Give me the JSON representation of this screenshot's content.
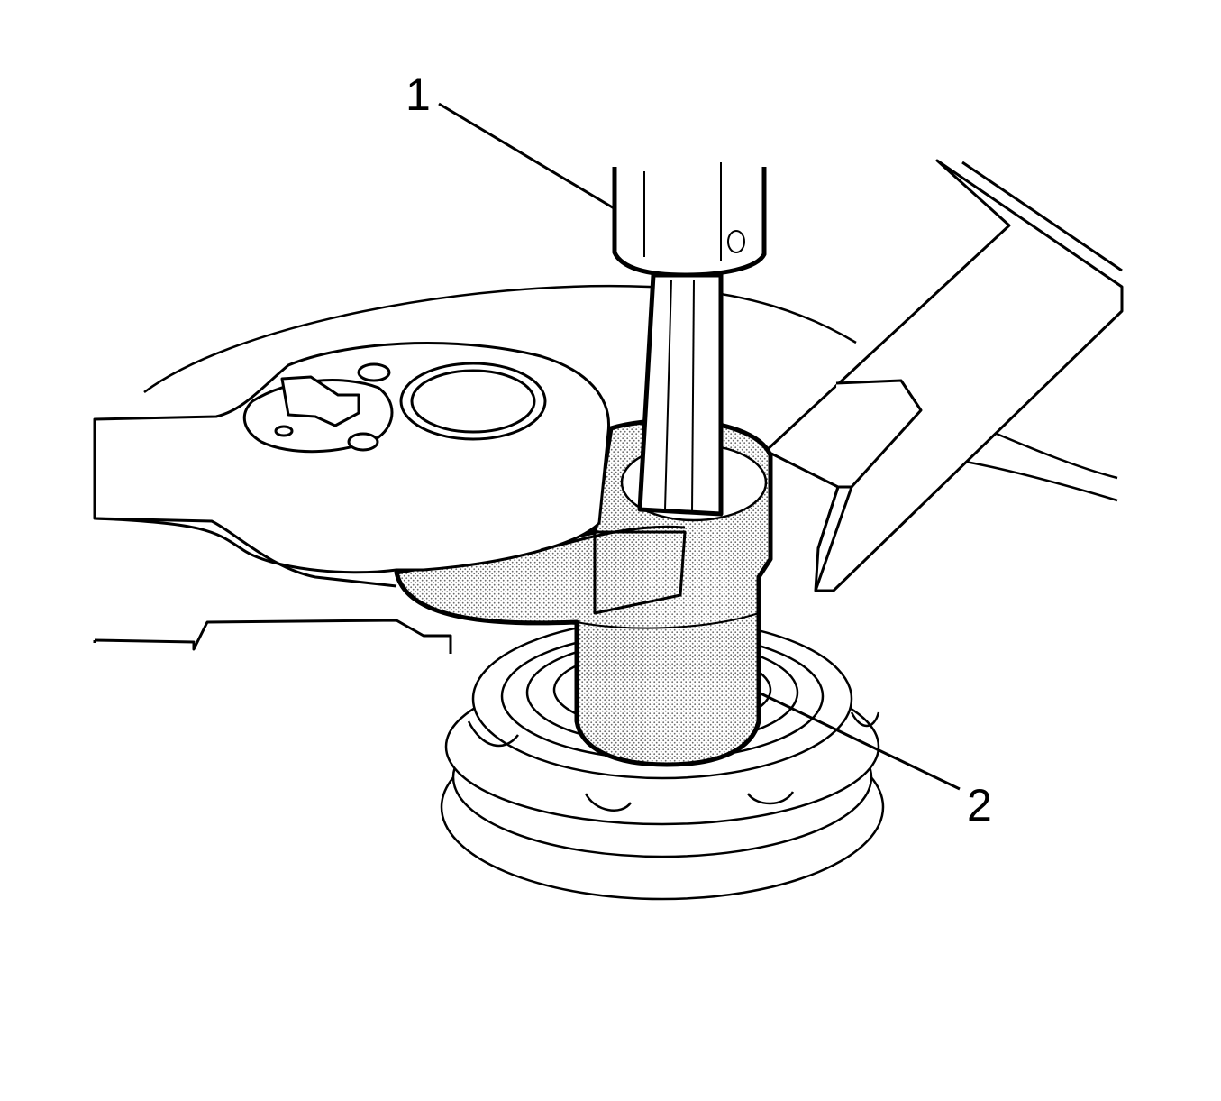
{
  "callouts": [
    {
      "id": "1",
      "label": "1"
    },
    {
      "id": "2",
      "label": "2"
    }
  ],
  "colors": {
    "line": "#000000",
    "background": "#ffffff",
    "shading": "#c8c8c8"
  },
  "icons": {
    "illustration": "line-drawing-wrench-tool-socket-on-strut-mount"
  }
}
